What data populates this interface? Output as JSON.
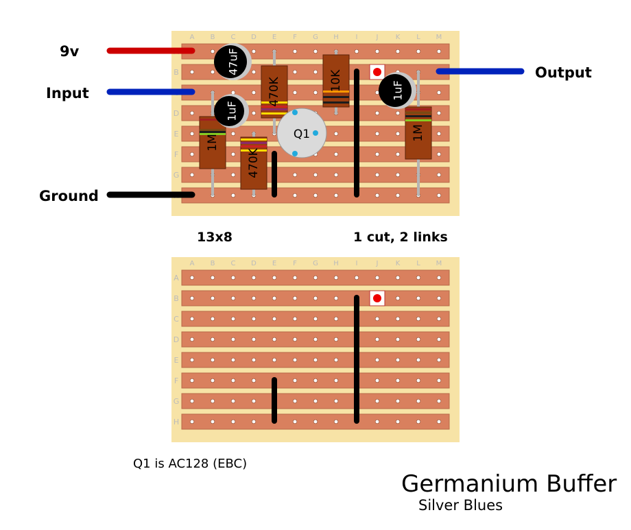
{
  "labels": {
    "nine_volt": "9v",
    "input": "Input",
    "output": "Output",
    "ground": "Ground",
    "board_size": "13x8",
    "cuts_links": "1 cut, 2 links",
    "q1_note": "Q1 is AC128 (EBC)",
    "title": "Germanium Buffer",
    "subtitle": "Silver Blues"
  },
  "board": {
    "columns": [
      "A",
      "B",
      "C",
      "D",
      "E",
      "F",
      "G",
      "H",
      "I",
      "J",
      "K",
      "L",
      "M"
    ],
    "rows": [
      "A",
      "B",
      "C",
      "D",
      "E",
      "F",
      "G",
      "H"
    ]
  },
  "components": {
    "cap_47uf": "47uF",
    "cap_1uf_input": "1uF",
    "cap_1uf_output": "1uF",
    "res_1m_left": "1M",
    "res_470k_upper": "470K",
    "res_470k_lower": "470K",
    "res_10k": "10K",
    "res_1m_right": "1M",
    "transistor": "Q1"
  },
  "colors": {
    "wire_9v": "#cc0000",
    "wire_signal": "#0022bb",
    "wire_ground": "#000000",
    "board": "#f7e3a6",
    "strip": "#d9805e",
    "resistor": "#9a3e10",
    "cut_marker": "#ee0000"
  }
}
